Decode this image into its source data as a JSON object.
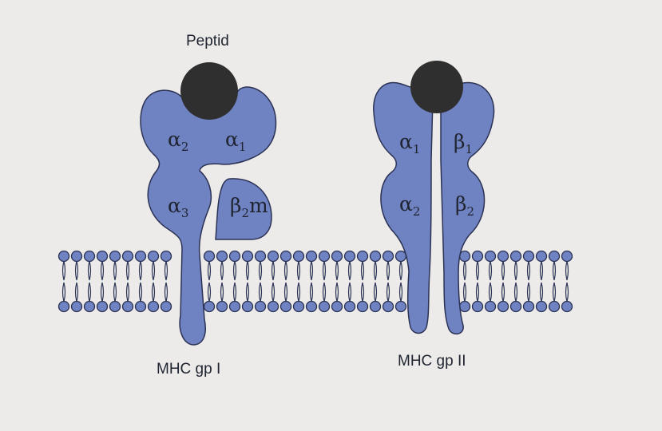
{
  "labels": {
    "peptide": "Peptid",
    "mhc1_caption": "MHC gp I",
    "mhc2_caption": "MHC gp II",
    "mhc1_alpha1": "α1",
    "mhc1_alpha2": "α2",
    "mhc1_alpha3": "α3",
    "beta2m": "β2m",
    "mhc2_alpha1": "α1",
    "mhc2_alpha2": "α2",
    "mhc2_beta1": "β1",
    "mhc2_beta2": "β2"
  },
  "colors": {
    "protein": "#6f82c1",
    "protein_outline": "#2b3254",
    "peptide": "#2f2f2f",
    "lipid_head": "#6f82c1",
    "background": "#ecebea"
  }
}
